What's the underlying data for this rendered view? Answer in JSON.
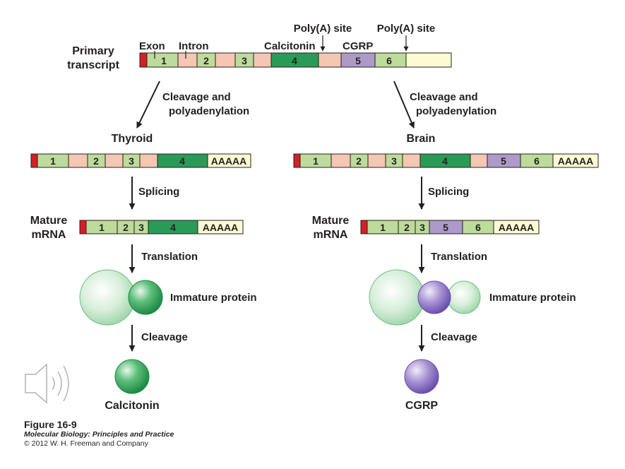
{
  "colors": {
    "light_exon": "#bddb9a",
    "dark_exon": "#2a9a57",
    "purple_exon": "#ad9ac9",
    "intron": "#f4c7b3",
    "polyA_tail": "#fdfbd3",
    "cap": "#d51f26",
    "protein_green": "#5fbf7a",
    "protein_purple": "#8f74c2"
  },
  "labels": {
    "primary_transcript_line1": "Primary",
    "primary_transcript_line2": "transcript",
    "exon": "Exon",
    "intron": "Intron",
    "calcitonin_top": "Calcitonin",
    "cgrp_top": "CGRP",
    "polya_site_1": "Poly(A) site",
    "polya_site_2": "Poly(A) site",
    "cleavage_polyadenylation_left_1": "Cleavage and",
    "cleavage_polyadenylation_left_2": "polyadenylation",
    "cleavage_polyadenylation_right_1": "Cleavage and",
    "cleavage_polyadenylation_right_2": "polyadenylation",
    "thyroid": "Thyroid",
    "brain": "Brain",
    "splicing_left": "Splicing",
    "splicing_right": "Splicing",
    "mature_left_1": "Mature",
    "mature_left_2": "mRNA",
    "mature_right_1": "Mature",
    "mature_right_2": "mRNA",
    "translation_left": "Translation",
    "translation_right": "Translation",
    "immature_left": "Immature protein",
    "immature_right": "Immature protein",
    "cleavage_left": "Cleavage",
    "cleavage_right": "Cleavage",
    "product_left": "Calcitonin",
    "product_right": "CGRP"
  },
  "segments": {
    "primary": [
      "1",
      "2",
      "3",
      "4",
      "5",
      "6"
    ],
    "thyroid": [
      "1",
      "2",
      "3",
      "4",
      "AAAAA"
    ],
    "brain": [
      "1",
      "2",
      "3",
      "4",
      "5",
      "6",
      "AAAAA"
    ],
    "mature_left": [
      "1",
      "2",
      "3",
      "4",
      "AAAAA"
    ],
    "mature_right": [
      "1",
      "2",
      "3",
      "5",
      "6",
      "AAAAA"
    ]
  },
  "caption": {
    "figure": "Figure 16-9",
    "book": "Molecular Biology: Principles and Practice",
    "copyright": "© 2012 W. H. Freeman and Company"
  },
  "icons": {
    "speaker": "speaker-icon"
  }
}
